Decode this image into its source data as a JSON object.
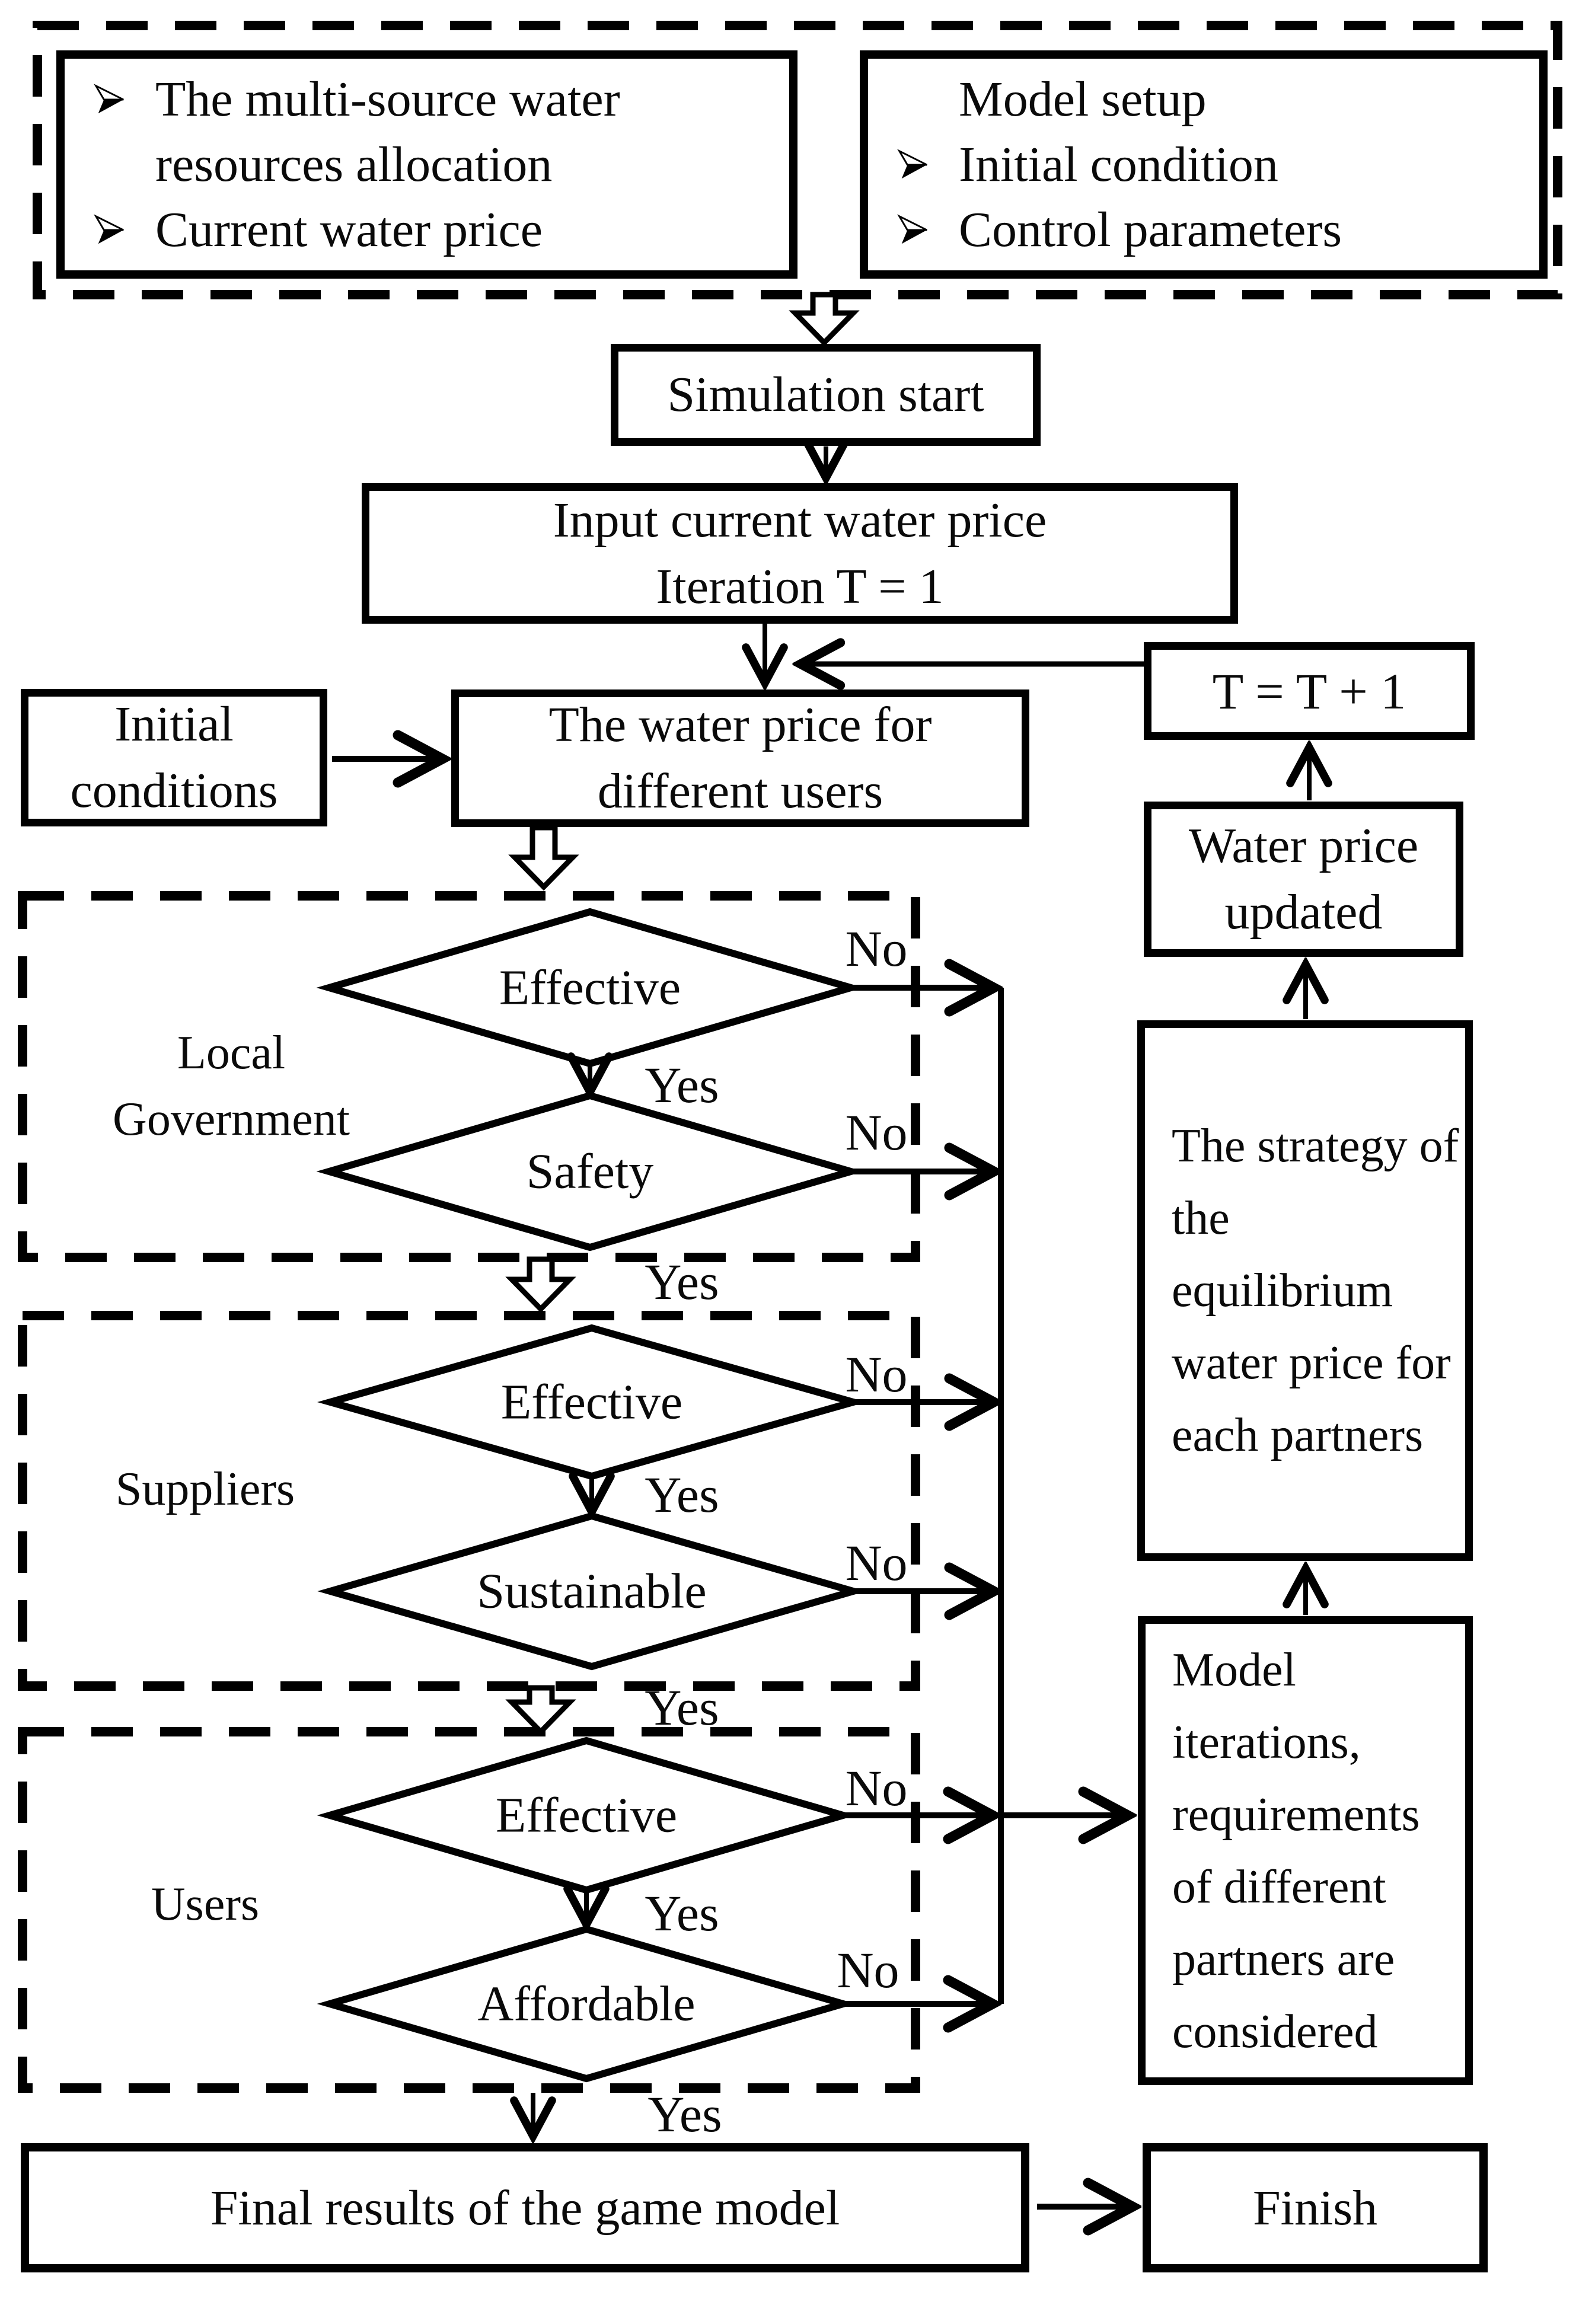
{
  "panels": {
    "inputs": {
      "item1": "The multi-source water resources allocation",
      "item2": "Current water price"
    },
    "setup": {
      "title": "Model setup",
      "item1": "Initial condition",
      "item2": "Control parameters"
    }
  },
  "nodes": {
    "simulation_start": "Simulation start",
    "input_price_line1": "Input current water price",
    "input_price_line2": "Iteration T = 1",
    "initial_conditions_line1": "Initial",
    "initial_conditions_line2": "conditions",
    "water_price_line1": "The water price for",
    "water_price_line2": "different users",
    "t_increment": "T = T + 1",
    "water_price_updated_line1": "Water price",
    "water_price_updated_line2": "updated",
    "strategy": "The strategy of the equilibrium water price for each partners",
    "model_iterations": "Model iterations, requirements of different partners are considered",
    "final_results": "Final results of the game model",
    "finish": "Finish"
  },
  "sections": {
    "local_government": {
      "label_line1": "Local",
      "label_line2": "Government",
      "decision1": "Effective",
      "decision2": "Safety"
    },
    "suppliers": {
      "label": "Suppliers",
      "decision1": "Effective",
      "decision2": "Sustainable"
    },
    "users": {
      "label": "Users",
      "decision1": "Effective",
      "decision2": "Affordable"
    }
  },
  "edges": {
    "yes": "Yes",
    "no": "No"
  }
}
